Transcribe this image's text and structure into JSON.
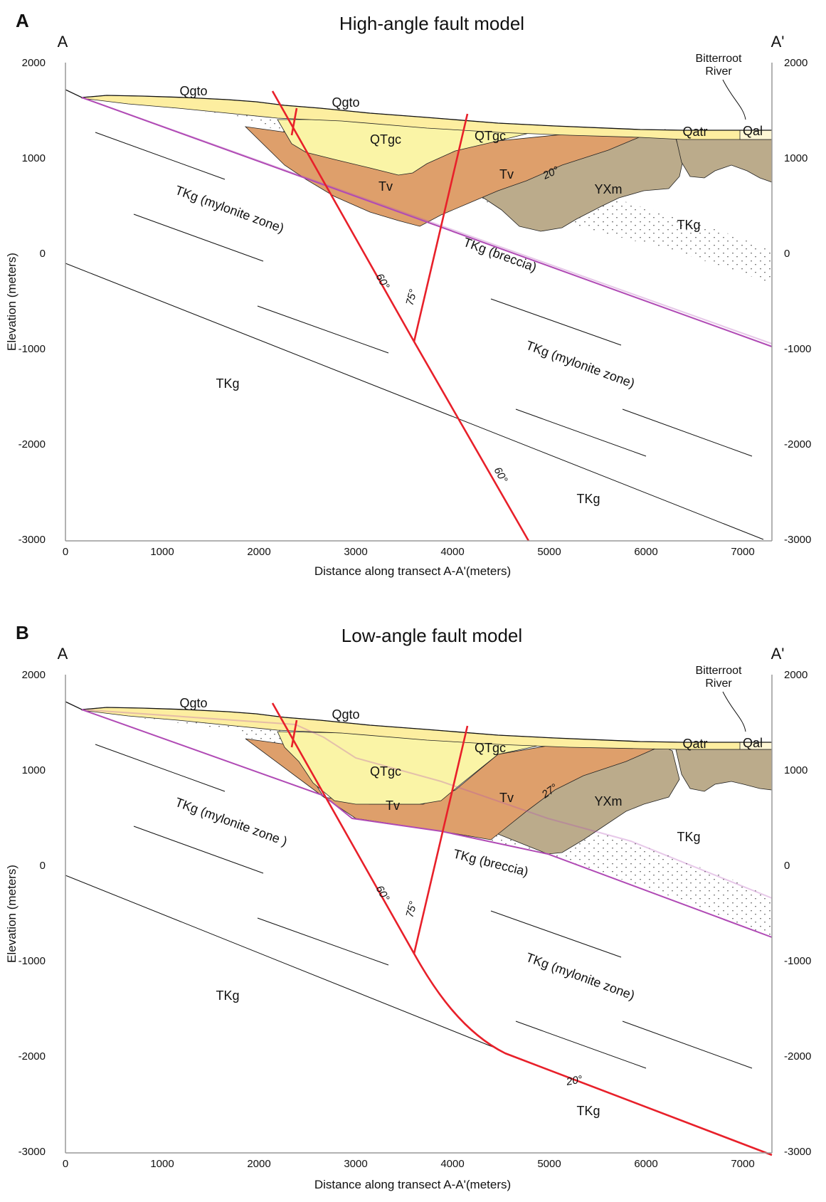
{
  "colors": {
    "qgto": "#fdeea0",
    "qtgc": "#faf4a6",
    "tv": "#de9f6b",
    "yxm": "#bbab8b",
    "breccia": "#ffffff",
    "qal": "#fff7d5",
    "fault": "#e8202a",
    "mylonite_boundary": "#b04ab5",
    "axis": "#999999"
  },
  "axes": {
    "x_label": "Distance along transect A-A'(meters)",
    "y_label": "Elevation (meters)",
    "x_ticks": [
      "0",
      "1000",
      "2000",
      "3000",
      "4000",
      "5000",
      "6000",
      "7000"
    ],
    "y_ticks": [
      "2000",
      "1000",
      "0",
      "-1000",
      "-2000",
      "-3000"
    ],
    "x_range": [
      0,
      7300
    ],
    "y_range": [
      -3000,
      2000
    ]
  },
  "panels": [
    {
      "letter": "A",
      "title": "High-angle fault model",
      "left_end": "A",
      "right_end": "A'",
      "river": [
        "Bitterroot",
        "River"
      ],
      "labels": {
        "qgto_1": "Qgto",
        "qgto_2": "Qgto",
        "qtgc_1": "QTgc",
        "qtgc_2": "QTgc",
        "tv_1": "Tv",
        "tv_2": "Tv",
        "yxm": "YXm",
        "tkg_upper": "TKg",
        "qatr": "Qatr",
        "qal": "Qal",
        "mylonite_1": "TKg (mylonite zone)",
        "breccia": "TKg (breccia)",
        "mylonite_2": "TKg (mylonite zone)",
        "tkg_lower_left": "TKg",
        "tkg_lower_right": "TKg",
        "dip_tv": "20°",
        "dip_fault_60": "60°",
        "dip_fault_75": "75°",
        "dip_fault_60b": "60°"
      }
    },
    {
      "letter": "B",
      "title": "Low-angle fault model",
      "left_end": "A",
      "right_end": "A'",
      "river": [
        "Bitterroot",
        "River"
      ],
      "labels": {
        "qgto_1": "Qgto",
        "qgto_2": "Qgto",
        "qtgc_1": "QTgc",
        "qtgc_2": "QTgc",
        "tv_1": "Tv",
        "tv_2": "Tv",
        "yxm": "YXm",
        "tkg_upper": "TKg",
        "qatr": "Qatr",
        "qal": "Qal",
        "mylonite_1": "TKg (mylonite zone )",
        "breccia": "TKg (breccia)",
        "mylonite_2": "TKg (mylonite zone)",
        "tkg_lower_left": "TKg",
        "tkg_lower_right": "TKg",
        "dip_tv": "27°",
        "dip_fault_60": "60°",
        "dip_fault_75": "75°",
        "dip_fault_20": "20°"
      }
    }
  ]
}
